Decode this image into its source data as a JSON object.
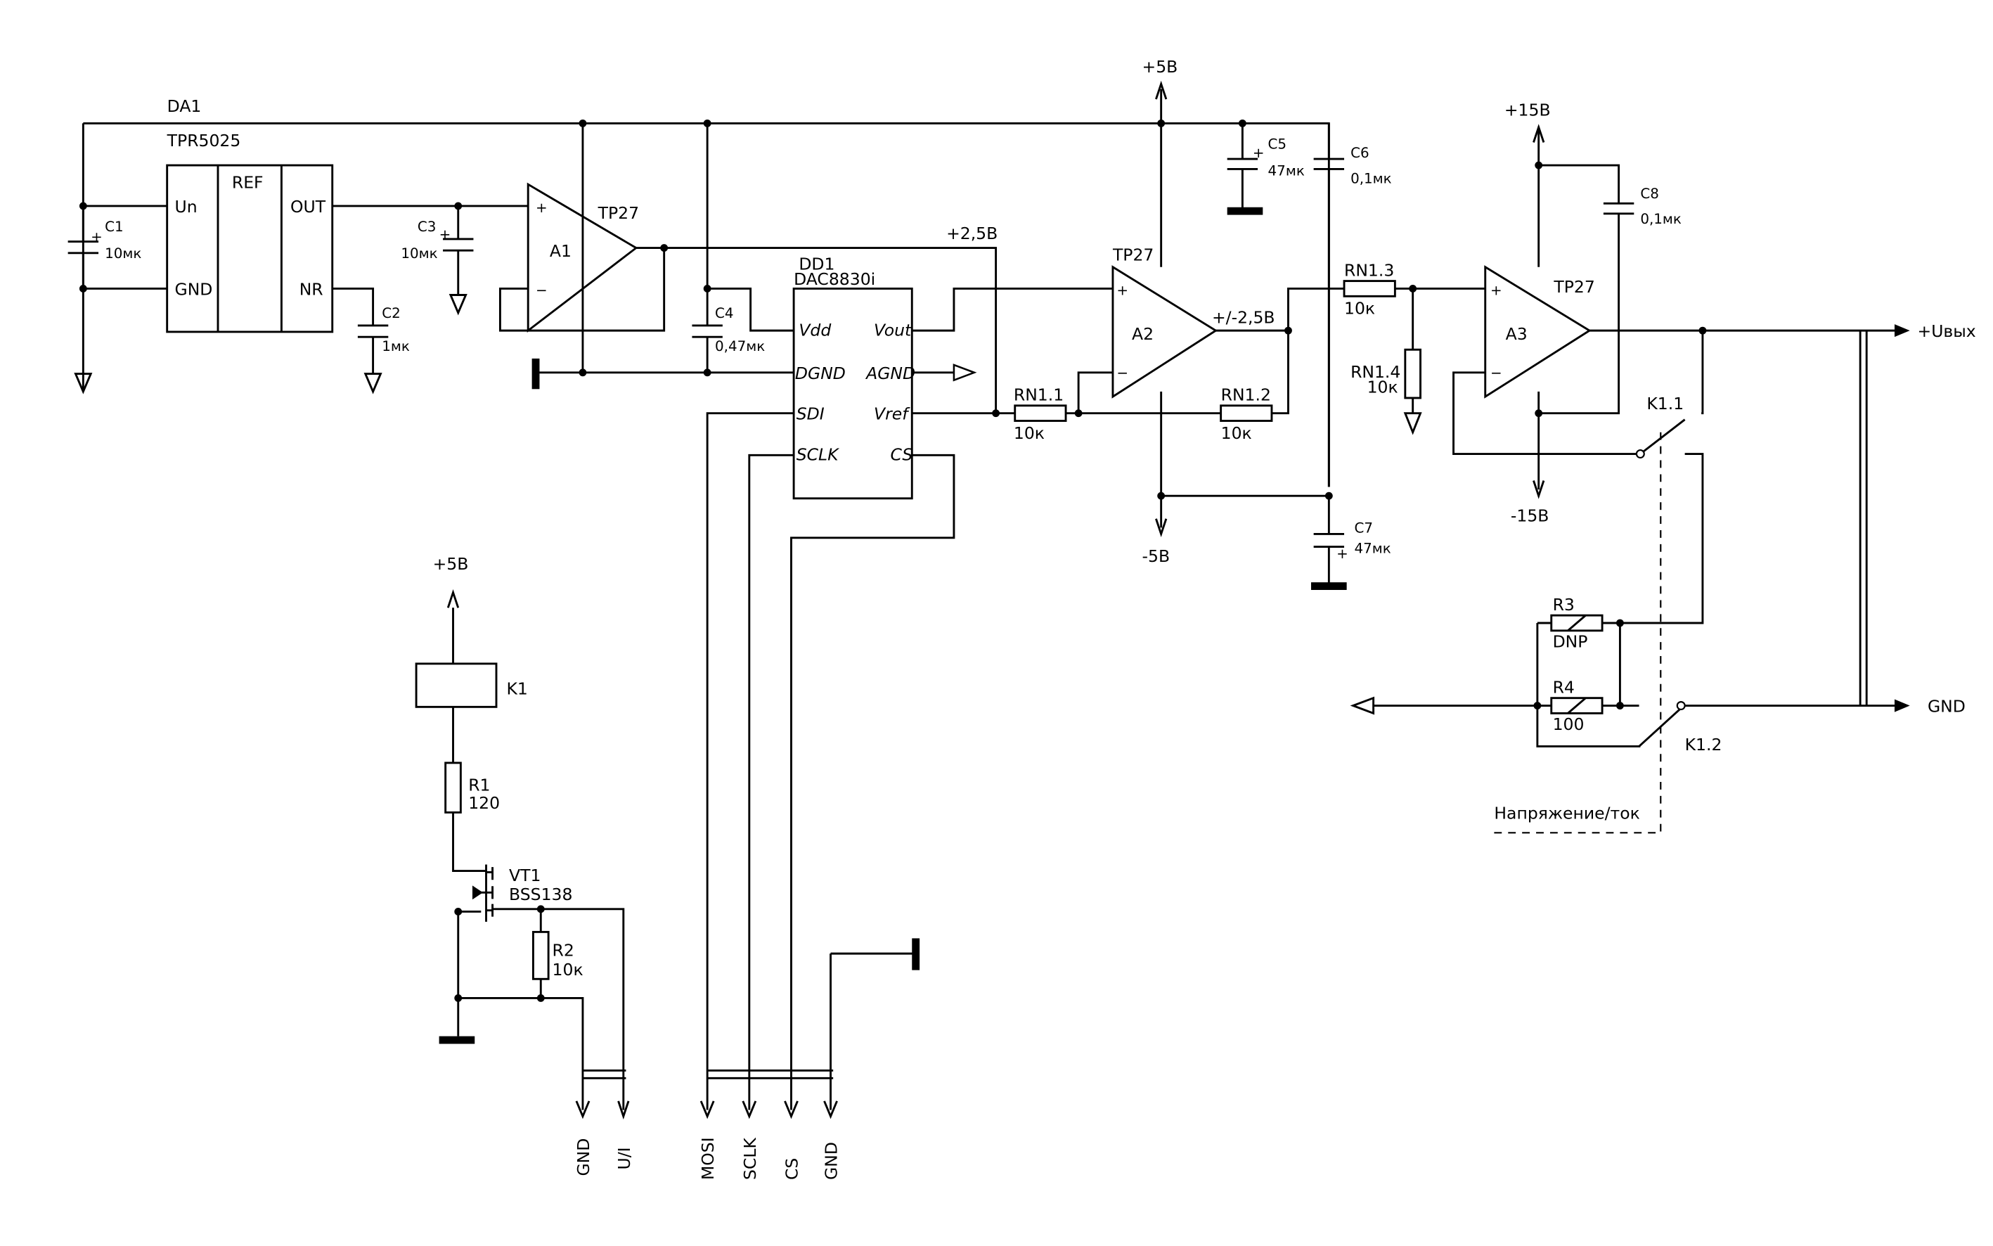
{
  "labels": {
    "da1": "DA1",
    "tpr": "TPR5025",
    "un": "Un",
    "ref": "REF",
    "out": "OUT",
    "gnd_pin": "GND",
    "nr": "NR",
    "c1": "C1",
    "c1v": "10мк",
    "c2": "C2",
    "c2v": "1мк",
    "c3": "C3",
    "c3v": "10мк",
    "c4": "C4",
    "c4v": "0,47мк",
    "c5": "C5",
    "c5v": "47мк",
    "c6": "C6",
    "c6v": "0,1мк",
    "c7": "C7",
    "c7v": "47мк",
    "c8": "C8",
    "c8v": "0,1мк",
    "plus": "+",
    "minus": "−",
    "tp27": "TP27",
    "a1": "A1",
    "a2": "A2",
    "a3": "A3",
    "dd1": "DD1",
    "dac": "DAC8830i",
    "vdd": "Vdd",
    "vout": "Vout",
    "dgnd": "DGND",
    "agnd": "AGND",
    "sdi": "SDI",
    "vref": "Vref",
    "sclk": "SCLK",
    "cs": "CS",
    "p25": "+2,5B",
    "pm25": "+/-2,5B",
    "p5": "+5B",
    "m5": "-5B",
    "p15": "+15B",
    "m15": "-15B",
    "rn11": "RN1.1",
    "rn12": "RN1.2",
    "rn13": "RN1.3",
    "rn14": "RN1.4",
    "r10k": "10к",
    "uvyx": "+Uвых",
    "gnd": "GND",
    "k11": "K1.1",
    "k12": "K1.2",
    "r3": "R3",
    "dnp": "DNP",
    "r4": "R4",
    "r4v": "100",
    "mode": "Напряжение/ток",
    "k1": "K1",
    "r1": "R1",
    "r1v": "120",
    "vt1": "VT1",
    "bss": "BSS138",
    "r2": "R2",
    "r2v": "10к",
    "mosi": "MOSI",
    "sclk_conn": "SCLK",
    "cs_conn": "CS",
    "ui": "U/I"
  }
}
